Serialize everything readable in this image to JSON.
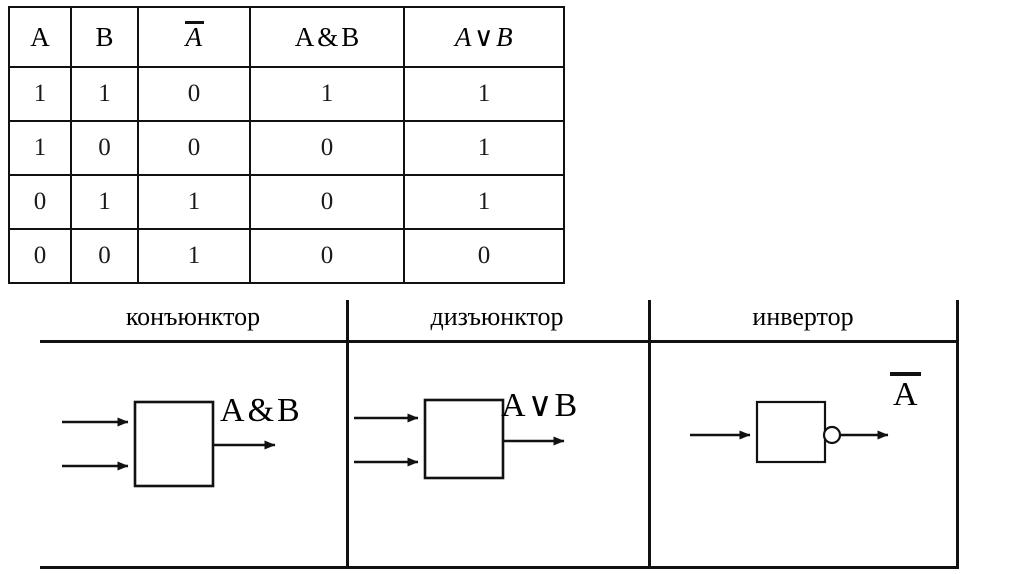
{
  "truth_table": {
    "name": "logic-truth-table",
    "headers": [
      {
        "key": "a",
        "text": "A",
        "style": "upright"
      },
      {
        "key": "b",
        "text": "B",
        "style": "upright"
      },
      {
        "key": "na",
        "text": "A",
        "style": "italic-overline"
      },
      {
        "key": "and",
        "left": "A",
        "op": "&",
        "right": "B",
        "style": "upright-binary"
      },
      {
        "key": "or",
        "left": "A",
        "op": "∨",
        "right": "B",
        "style": "italic-binary"
      }
    ],
    "rows": [
      {
        "a": "1",
        "b": "1",
        "na": "0",
        "and": "1",
        "or": "1"
      },
      {
        "a": "1",
        "b": "0",
        "na": "0",
        "and": "0",
        "or": "1"
      },
      {
        "a": "0",
        "b": "1",
        "na": "1",
        "and": "0",
        "or": "1"
      },
      {
        "a": "0",
        "b": "0",
        "na": "1",
        "and": "0",
        "or": "0"
      }
    ]
  },
  "gates": {
    "section_name": "logic-gate-symbols",
    "items": [
      {
        "key": "conjunctor",
        "label": "конъюнктор",
        "expression": "A & B",
        "expr_left": "A",
        "expr_op": "&",
        "expr_right": "B",
        "inputs": 2,
        "inverted_output": false
      },
      {
        "key": "disjunctor",
        "label": "дизъюнктор",
        "expression": "A ∨ B",
        "expr_left": "A",
        "expr_op": "∨",
        "expr_right": "B",
        "inputs": 2,
        "inverted_output": false
      },
      {
        "key": "inverter",
        "label": "инвертор",
        "expression": "Ā",
        "expr_left": "A",
        "expr_op": "",
        "expr_right": "",
        "inputs": 1,
        "inverted_output": true
      }
    ]
  },
  "colors": {
    "ink": "#111111",
    "background": "#ffffff",
    "text": "#1a1a1a"
  }
}
